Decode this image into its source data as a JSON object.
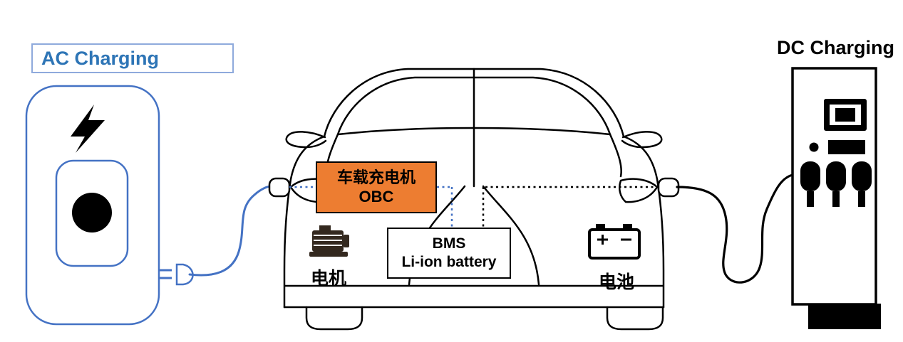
{
  "labels": {
    "ac_title": "AC Charging",
    "dc_title": "DC Charging",
    "obc_line1": "车载充电机",
    "obc_line2": "OBC",
    "bms_line1": "BMS",
    "bms_line2": "Li-ion battery",
    "motor": "电机",
    "battery": "电池"
  },
  "colors": {
    "ac_blue_stroke": "#4472C4",
    "ac_title_text": "#2E75B6",
    "ac_title_border": "#8FAADC",
    "obc_orange": "#ED7D31",
    "line_black": "#000000",
    "motor_dark": "#33281E",
    "background": "#FFFFFF"
  },
  "icons": {
    "lightning": "lightning-icon (black bolt on AC wallbox)",
    "charge_button": "round-button-icon (black circle on AC wallbox)",
    "ac_plug": "ac-plug-icon (≡D connector symbol)",
    "motor": "motor-icon (electric motor glyph)",
    "battery": "battery-icon (battery with + and - terminals)",
    "dc_screen": "screen-icon (display on DC station)",
    "dc_guns": "charging-gun-icons (three black DC connectors)"
  }
}
